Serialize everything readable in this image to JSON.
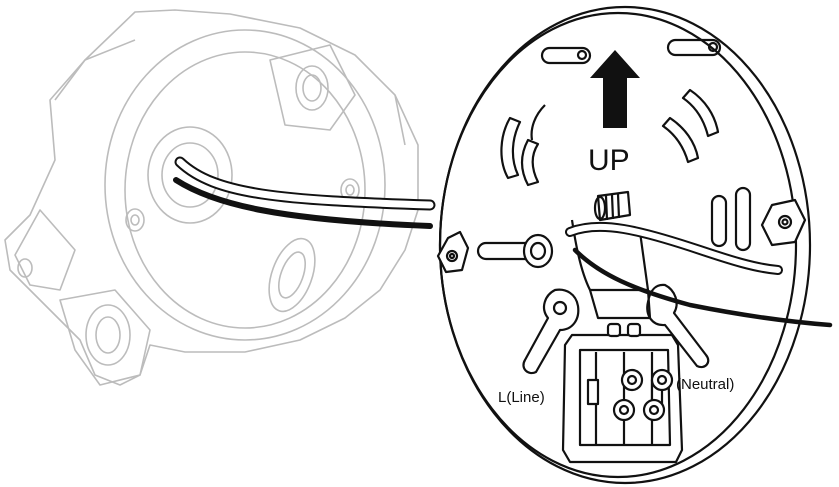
{
  "labels": {
    "direction": "UP",
    "line_terminal": "L(Line)",
    "neutral_terminal": "(Neutral)"
  },
  "colors": {
    "ink": "#111111",
    "faded_ink": "#b9b9b9",
    "background": "#ffffff"
  },
  "icons": {
    "direction_arrow": "arrow-up-icon"
  }
}
